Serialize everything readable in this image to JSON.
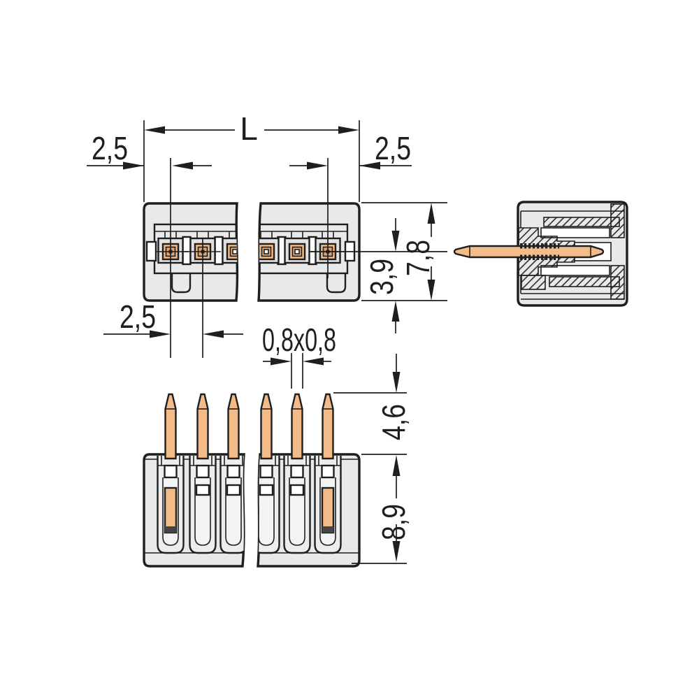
{
  "drawing": {
    "labels": {
      "overall_length": "L",
      "edge_to_pin_left": "2,5",
      "edge_to_pin_right": "2,5",
      "pin_pitch": "2,5",
      "pin_cross_section": "0,8x0,8",
      "center_to_face": "3,9",
      "housing_depth": "7,8",
      "pin_protrusion": "4,6",
      "housing_height": "8,9"
    },
    "colors": {
      "ink": "#1f1f1f",
      "paper": "#ffffff",
      "housing": "#e9e9e9",
      "cell": "#e2e2e2",
      "channel": "#ededed",
      "slot": "#f3f3f3",
      "pin_copper": "#f2bb88",
      "pin_inner": "#dda273",
      "insert_dark": "#454545"
    }
  }
}
